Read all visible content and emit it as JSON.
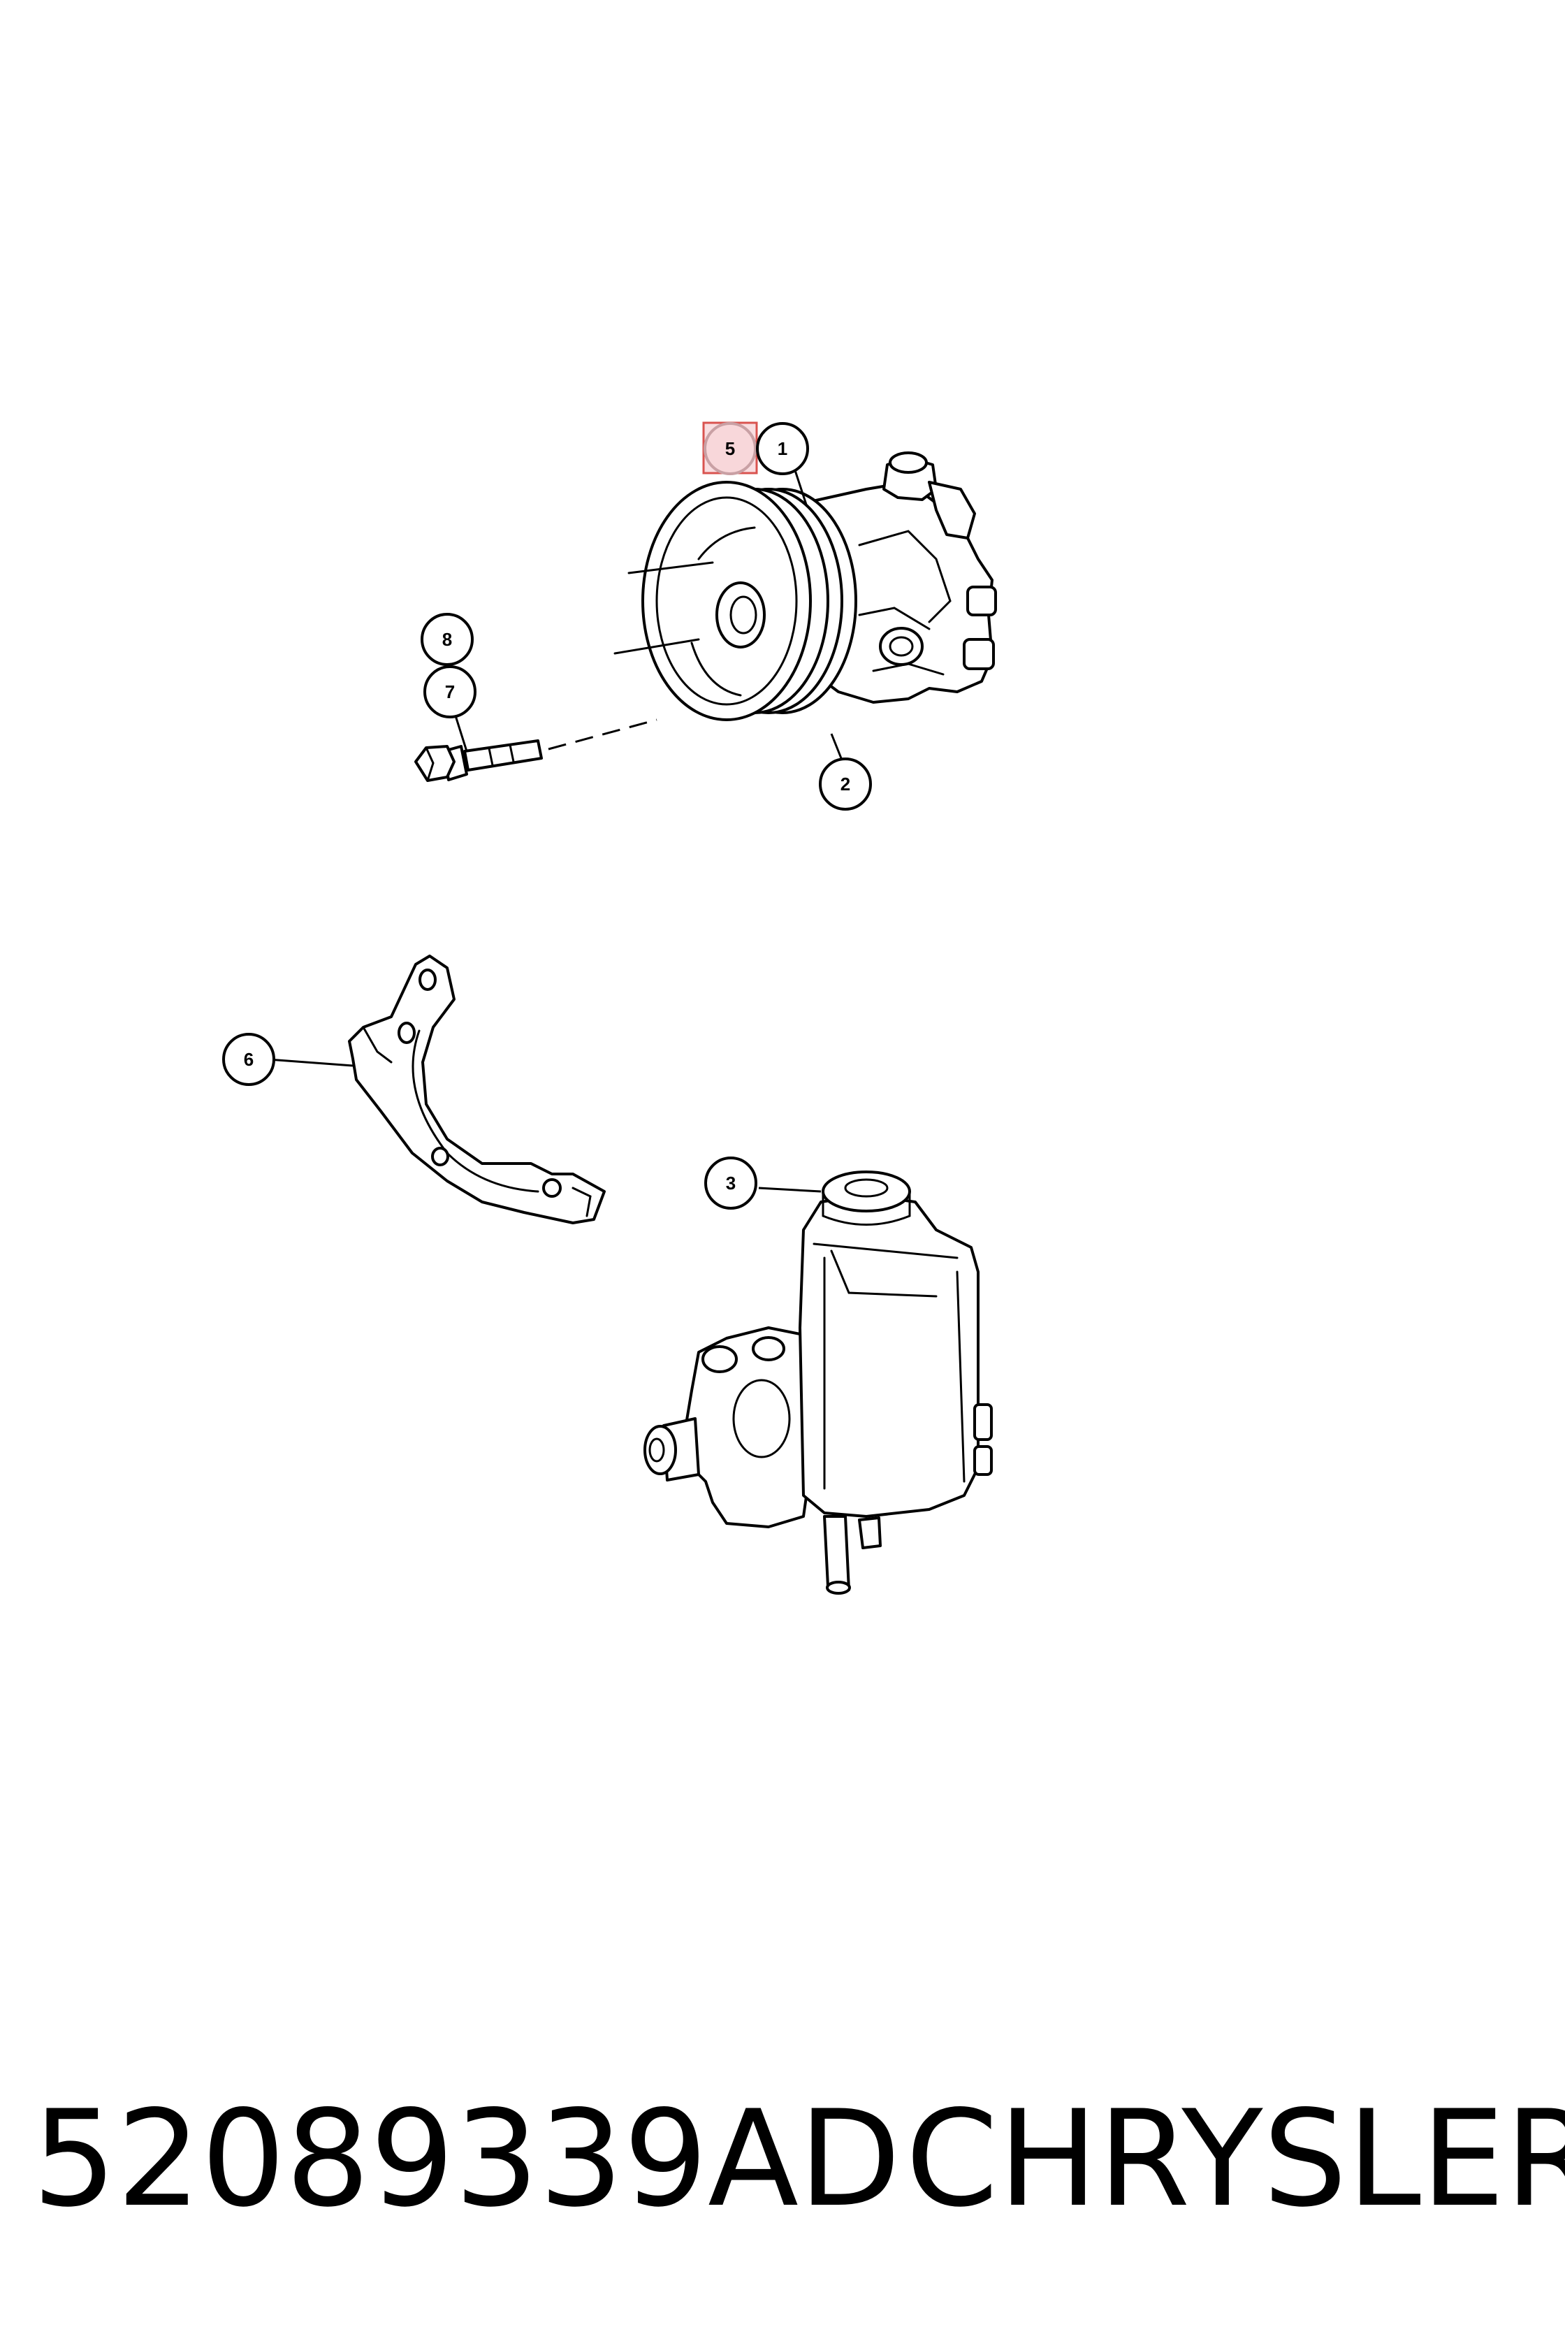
{
  "callouts": [
    {
      "id": "1",
      "label": "1"
    },
    {
      "id": "2",
      "label": "2"
    },
    {
      "id": "3",
      "label": "3"
    },
    {
      "id": "5",
      "label": "5",
      "highlighted": true
    },
    {
      "id": "6",
      "label": "6"
    },
    {
      "id": "7",
      "label": "7"
    },
    {
      "id": "8",
      "label": "8"
    }
  ],
  "footer": {
    "part_number": "52089339AD",
    "brand": "CHRYSLER"
  },
  "colors": {
    "line": "#000000",
    "background": "#ffffff",
    "highlight_fill": "#f5c6cb",
    "highlight_stroke": "#d9534f"
  },
  "icons": [
    "power-steering-pump",
    "pulley",
    "bolt",
    "mounting-bracket",
    "pump-with-reservoir"
  ]
}
